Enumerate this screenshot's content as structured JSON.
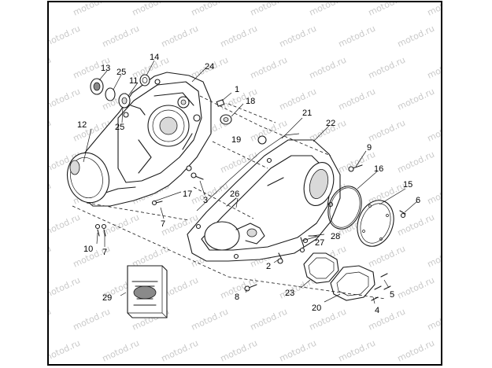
{
  "watermark": "motod.ru",
  "callouts": [
    {
      "id": "c1",
      "text": "1"
    },
    {
      "id": "c2",
      "text": "2"
    },
    {
      "id": "c3",
      "text": "3"
    },
    {
      "id": "c4",
      "text": "4"
    },
    {
      "id": "c5",
      "text": "5"
    },
    {
      "id": "c6",
      "text": "6"
    },
    {
      "id": "c7a",
      "text": "7"
    },
    {
      "id": "c7b",
      "text": "7"
    },
    {
      "id": "c8",
      "text": "8"
    },
    {
      "id": "c9",
      "text": "9"
    },
    {
      "id": "c10",
      "text": "10"
    },
    {
      "id": "c11",
      "text": "11"
    },
    {
      "id": "c12",
      "text": "12"
    },
    {
      "id": "c13",
      "text": "13"
    },
    {
      "id": "c14",
      "text": "14"
    },
    {
      "id": "c15",
      "text": "15"
    },
    {
      "id": "c16",
      "text": "16"
    },
    {
      "id": "c17",
      "text": "17"
    },
    {
      "id": "c18",
      "text": "18"
    },
    {
      "id": "c19",
      "text": "19"
    },
    {
      "id": "c20",
      "text": "20"
    },
    {
      "id": "c21",
      "text": "21"
    },
    {
      "id": "c22",
      "text": "22"
    },
    {
      "id": "c23",
      "text": "23"
    },
    {
      "id": "c24",
      "text": "24"
    },
    {
      "id": "c25a",
      "text": "25"
    },
    {
      "id": "c25b",
      "text": "25"
    },
    {
      "id": "c26",
      "text": "26"
    },
    {
      "id": "c27",
      "text": "27"
    },
    {
      "id": "c28",
      "text": "28"
    },
    {
      "id": "c29",
      "text": "29"
    }
  ]
}
